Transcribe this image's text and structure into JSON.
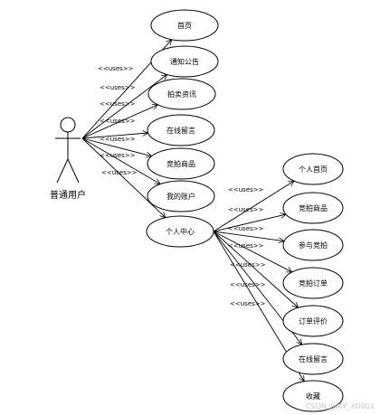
{
  "actor": {
    "name": "普通用户"
  },
  "use_cases": [
    {
      "id": "home",
      "label": "首页"
    },
    {
      "id": "notice",
      "label": "通知公告"
    },
    {
      "id": "auction-info",
      "label": "拍卖资讯"
    },
    {
      "id": "online-message",
      "label": "在线留言"
    },
    {
      "id": "auction-goods",
      "label": "竞拍商品"
    },
    {
      "id": "my-account",
      "label": "我的账户"
    },
    {
      "id": "personal-center",
      "label": "个人中心"
    }
  ],
  "sub_cases": [
    {
      "id": "personal-home",
      "label": "个人首页"
    },
    {
      "id": "auction-goods-2",
      "label": "竞拍商品"
    },
    {
      "id": "join-auction",
      "label": "参与竞拍"
    },
    {
      "id": "auction-order",
      "label": "竞拍订单"
    },
    {
      "id": "order-review",
      "label": "订单评价"
    },
    {
      "id": "online-message-2",
      "label": "在线留言"
    },
    {
      "id": "favorites",
      "label": "收藏"
    }
  ],
  "relation_label": "<<uses>>",
  "watermark": "CSDN @MY_XD001"
}
